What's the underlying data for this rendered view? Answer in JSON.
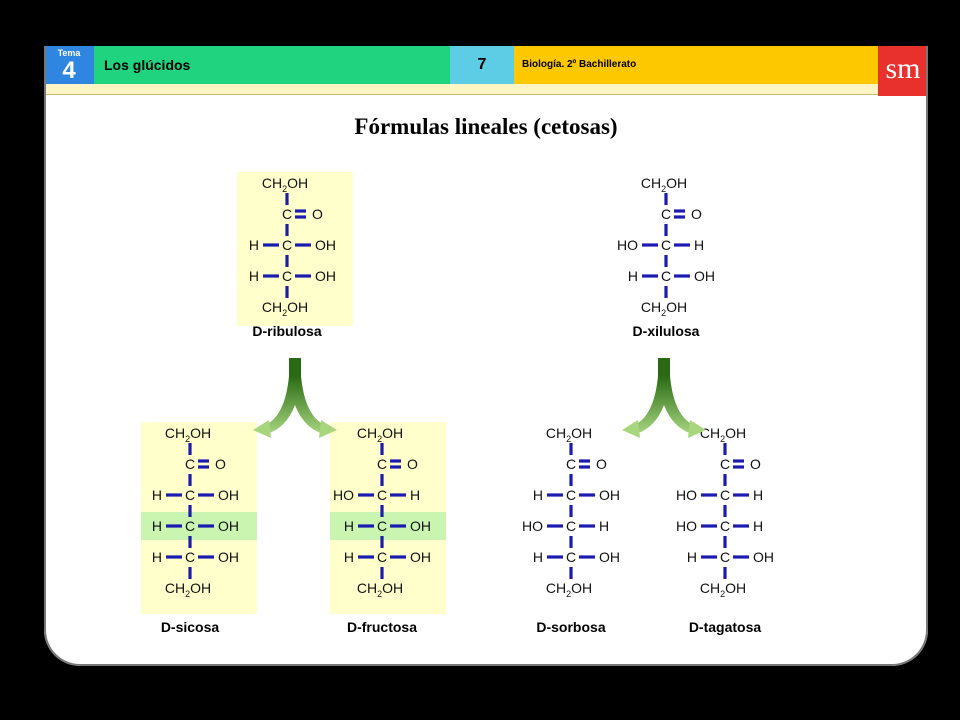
{
  "header": {
    "tema_label": "Tema",
    "tema_number": "4",
    "unit_title": "Los glúcidos",
    "slide_number": "7",
    "course": "Biología. 2º Bachillerato",
    "logo": "sm"
  },
  "title": "Fórmulas lineales (cetosas)",
  "colors": {
    "bond": "#1b1bb0",
    "arrow_dark": "#2a6a14",
    "arrow_light": "#a7d67f",
    "panel_bg": "#ffffcc",
    "highlight": "#c9f5b0"
  },
  "molecules": [
    {
      "name": "D-ribulosa",
      "chiral_rows": [
        [
          "H",
          "OH"
        ],
        [
          "H",
          "OH"
        ]
      ]
    },
    {
      "name": "D-xilulosa",
      "chiral_rows": [
        [
          "HO",
          "H"
        ],
        [
          "H",
          "OH"
        ]
      ]
    },
    {
      "name": "D-sicosa",
      "chiral_rows": [
        [
          "H",
          "OH"
        ],
        [
          "H",
          "OH"
        ],
        [
          "H",
          "OH"
        ]
      ]
    },
    {
      "name": "D-fructosa",
      "chiral_rows": [
        [
          "HO",
          "H"
        ],
        [
          "H",
          "OH"
        ],
        [
          "H",
          "OH"
        ]
      ]
    },
    {
      "name": "D-sorbosa",
      "chiral_rows": [
        [
          "H",
          "OH"
        ],
        [
          "HO",
          "H"
        ],
        [
          "H",
          "OH"
        ]
      ]
    },
    {
      "name": "D-tagatosa",
      "chiral_rows": [
        [
          "HO",
          "H"
        ],
        [
          "HO",
          "H"
        ],
        [
          "H",
          "OH"
        ]
      ]
    }
  ],
  "formula_parts": {
    "terminal_prefix": "CH",
    "terminal_subscript": "2",
    "terminal_suffix": "OH",
    "carbon": "C",
    "carbonyl_oxygen": "O"
  }
}
